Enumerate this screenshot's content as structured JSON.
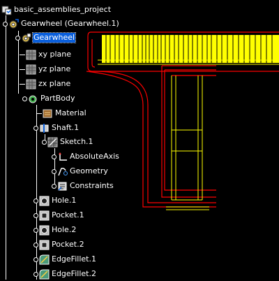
{
  "tree": {
    "root": "basic_assemblies_project",
    "product": "Gearwheel (Gearwheel.1)",
    "part": "Gearwheel",
    "planes": [
      "xy plane",
      "yz plane",
      "zx plane"
    ],
    "part_body": "PartBody",
    "material": "Material",
    "shaft": "Shaft.1",
    "sketch": "Sketch.1",
    "absolute_axis": "AbsoluteAxis",
    "geometry": "Geometry",
    "constraints": "Constraints",
    "features": [
      "Hole.1",
      "Pocket.1",
      "Hole.2",
      "Pocket.2",
      "EdgeFillet.1",
      "EdgeFillet.2"
    ]
  },
  "colors": {
    "background": "#000000",
    "tree_text": "#ffffff",
    "selection": "#0a5fdc",
    "model_outline": "#ff0000",
    "model_highlight": "#ffff00"
  }
}
